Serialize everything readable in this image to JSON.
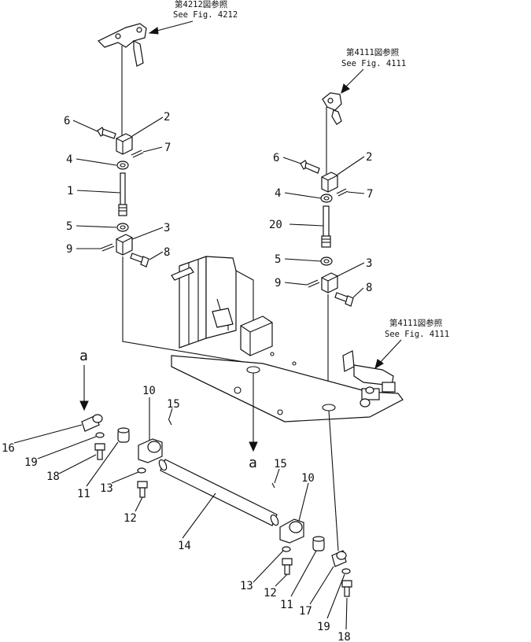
{
  "refs": {
    "top_left": {
      "jp": "第4212図参照",
      "en": "See Fig. 4212"
    },
    "top_right": {
      "jp": "第4111図参照",
      "en": "See Fig. 4111"
    },
    "mid_right": {
      "jp": "第4111図参照",
      "en": "See Fig. 4111"
    }
  },
  "section_marker": "a",
  "labels": {
    "l_6": "6",
    "l_2": "2",
    "l_4": "4",
    "l_7": "7",
    "l_1": "1",
    "l_5": "5",
    "l_9": "9",
    "l_3": "3",
    "l_8": "8",
    "r_6": "6",
    "r_2": "2",
    "r_4": "4",
    "r_7": "7",
    "r_20": "20",
    "r_5": "5",
    "r_3": "3",
    "r_9": "9",
    "r_8": "8",
    "b_10a": "10",
    "b_15a": "15",
    "b_16": "16",
    "b_19a": "19",
    "b_18a": "18",
    "b_11a": "11",
    "b_13a": "13",
    "b_12a": "12",
    "b_14": "14",
    "b_15b": "15",
    "b_10b": "10",
    "b_13b": "13",
    "b_12b": "12",
    "b_11b": "11",
    "b_17": "17",
    "b_19b": "19",
    "b_18b": "18"
  }
}
